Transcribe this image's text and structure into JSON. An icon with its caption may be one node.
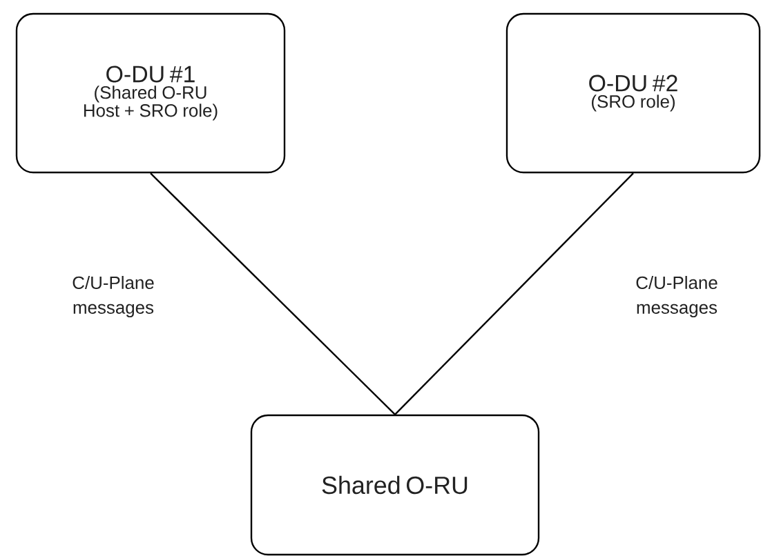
{
  "diagram": {
    "nodes": [
      {
        "text": [
          "O-DU #1",
          "(Shared O-RU Host + SRO role)"
        ]
      },
      {
        "text": [
          "O-DU #2",
          "(SRO role)"
        ]
      },
      {
        "text": [
          "Shared O-RU"
        ]
      }
    ],
    "edges": [
      {
        "from": 0,
        "to": 2,
        "arrow": "none",
        "label": "C/U-Plane messages"
      },
      {
        "from": 1,
        "to": 2,
        "arrow": "none",
        "label": "C/U-Plane messages"
      }
    ]
  }
}
